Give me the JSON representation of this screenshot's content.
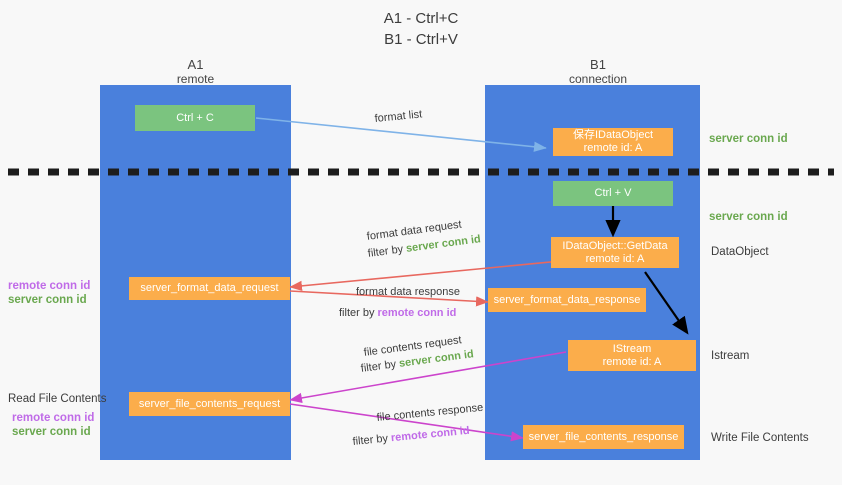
{
  "title": {
    "line1": "A1 - Ctrl+C",
    "line2": "B1 - Ctrl+V"
  },
  "columns": {
    "left": {
      "name": "A1",
      "sub": "remote"
    },
    "right": {
      "name": "B1",
      "sub": "connection"
    }
  },
  "colors": {
    "panel_blue": "#4a80dc",
    "green_box": "#7bc47f",
    "orange_box": "#fbad4b",
    "server_conn_green": "#6aa84f",
    "remote_conn_magenta": "#c06be8",
    "blue_arrow": "#7fb3e8",
    "red_arrow": "#e8685f",
    "magenta_arrow": "#cc44cc",
    "black_arrow": "#000000",
    "background": "#f8f8f8"
  },
  "boxes": {
    "ctrl_c": "Ctrl + C",
    "ctrl_v": "Ctrl + V",
    "idataobject_save": "保存IDataObject",
    "idataobject_save_id": "remote id: A",
    "getdata": "IDataObject::GetData",
    "getdata_id": "remote id: A",
    "istream": "IStream",
    "istream_id": "remote id: A",
    "server_format_data_request": "server_format_data_request",
    "server_format_data_response": "server_format_data_response",
    "server_file_contents_request": "server_file_contents_request",
    "server_file_contents_response": "server_file_contents_response"
  },
  "right_labels": {
    "server_conn_id_1": "server conn id",
    "server_conn_id_2": "server conn id",
    "dataobject": "DataObject",
    "istream": "Istream",
    "write_file_contents": "Write File Contents"
  },
  "left_labels": {
    "remote_conn_id_1": "remote conn id",
    "server_conn_id_1": "server conn id",
    "read_file_contents": "Read File Contents",
    "remote_conn_id_2": "remote conn id",
    "server_conn_id_2": "server conn id"
  },
  "arrow_labels": {
    "format_list": "format list",
    "format_data_request": "format data request",
    "format_data_request_filter_prefix": "filter by ",
    "format_data_request_filter_key": "server conn id",
    "format_data_response": "format data response",
    "format_data_response_filter_prefix": "filter by ",
    "format_data_response_filter_key": "remote conn id",
    "file_contents_request": "file contents request",
    "file_contents_request_filter_prefix": "filter by ",
    "file_contents_request_filter_key": "server conn id",
    "file_contents_response": "file contents response",
    "file_contents_response_filter_prefix": "filter by ",
    "file_contents_response_filter_key": "remote conn id"
  }
}
